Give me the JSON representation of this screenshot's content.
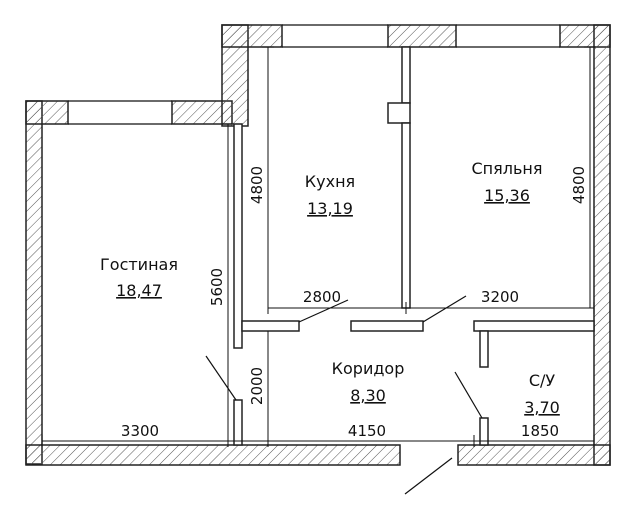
{
  "colors": {
    "wall_fill": "#ffffff",
    "wall_stroke": "#222222",
    "hatch": "#555555",
    "line": "#111111"
  },
  "rooms": [
    {
      "id": "living",
      "name": "Гостиная",
      "area": "18,47"
    },
    {
      "id": "kitchen",
      "name": "Кухня",
      "area": "13,19"
    },
    {
      "id": "bedroom",
      "name": "Спяльня",
      "area": "15,36"
    },
    {
      "id": "corridor",
      "name": "Коридор",
      "area": "8,30"
    },
    {
      "id": "bathroom",
      "name": "С/У",
      "area": "3,70"
    }
  ],
  "dimensions": {
    "living_width": "3300",
    "living_height": "5600",
    "kitchen_width": "2800",
    "kitchen_height": "4800",
    "bedroom_width": "3200",
    "bedroom_height": "4800",
    "corridor_width": "4150",
    "corridor_height": "2000",
    "bathroom_width": "1850"
  }
}
